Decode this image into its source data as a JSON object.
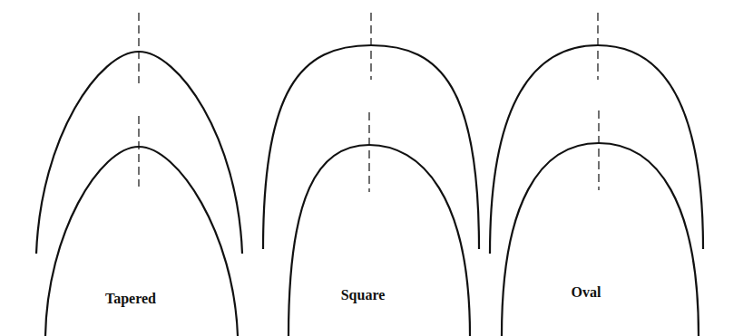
{
  "diagram": {
    "nodes": [
      {
        "text": [
          "Tapered"
        ]
      },
      {
        "text": [
          "Square"
        ]
      },
      {
        "text": [
          "Oval"
        ]
      }
    ]
  }
}
